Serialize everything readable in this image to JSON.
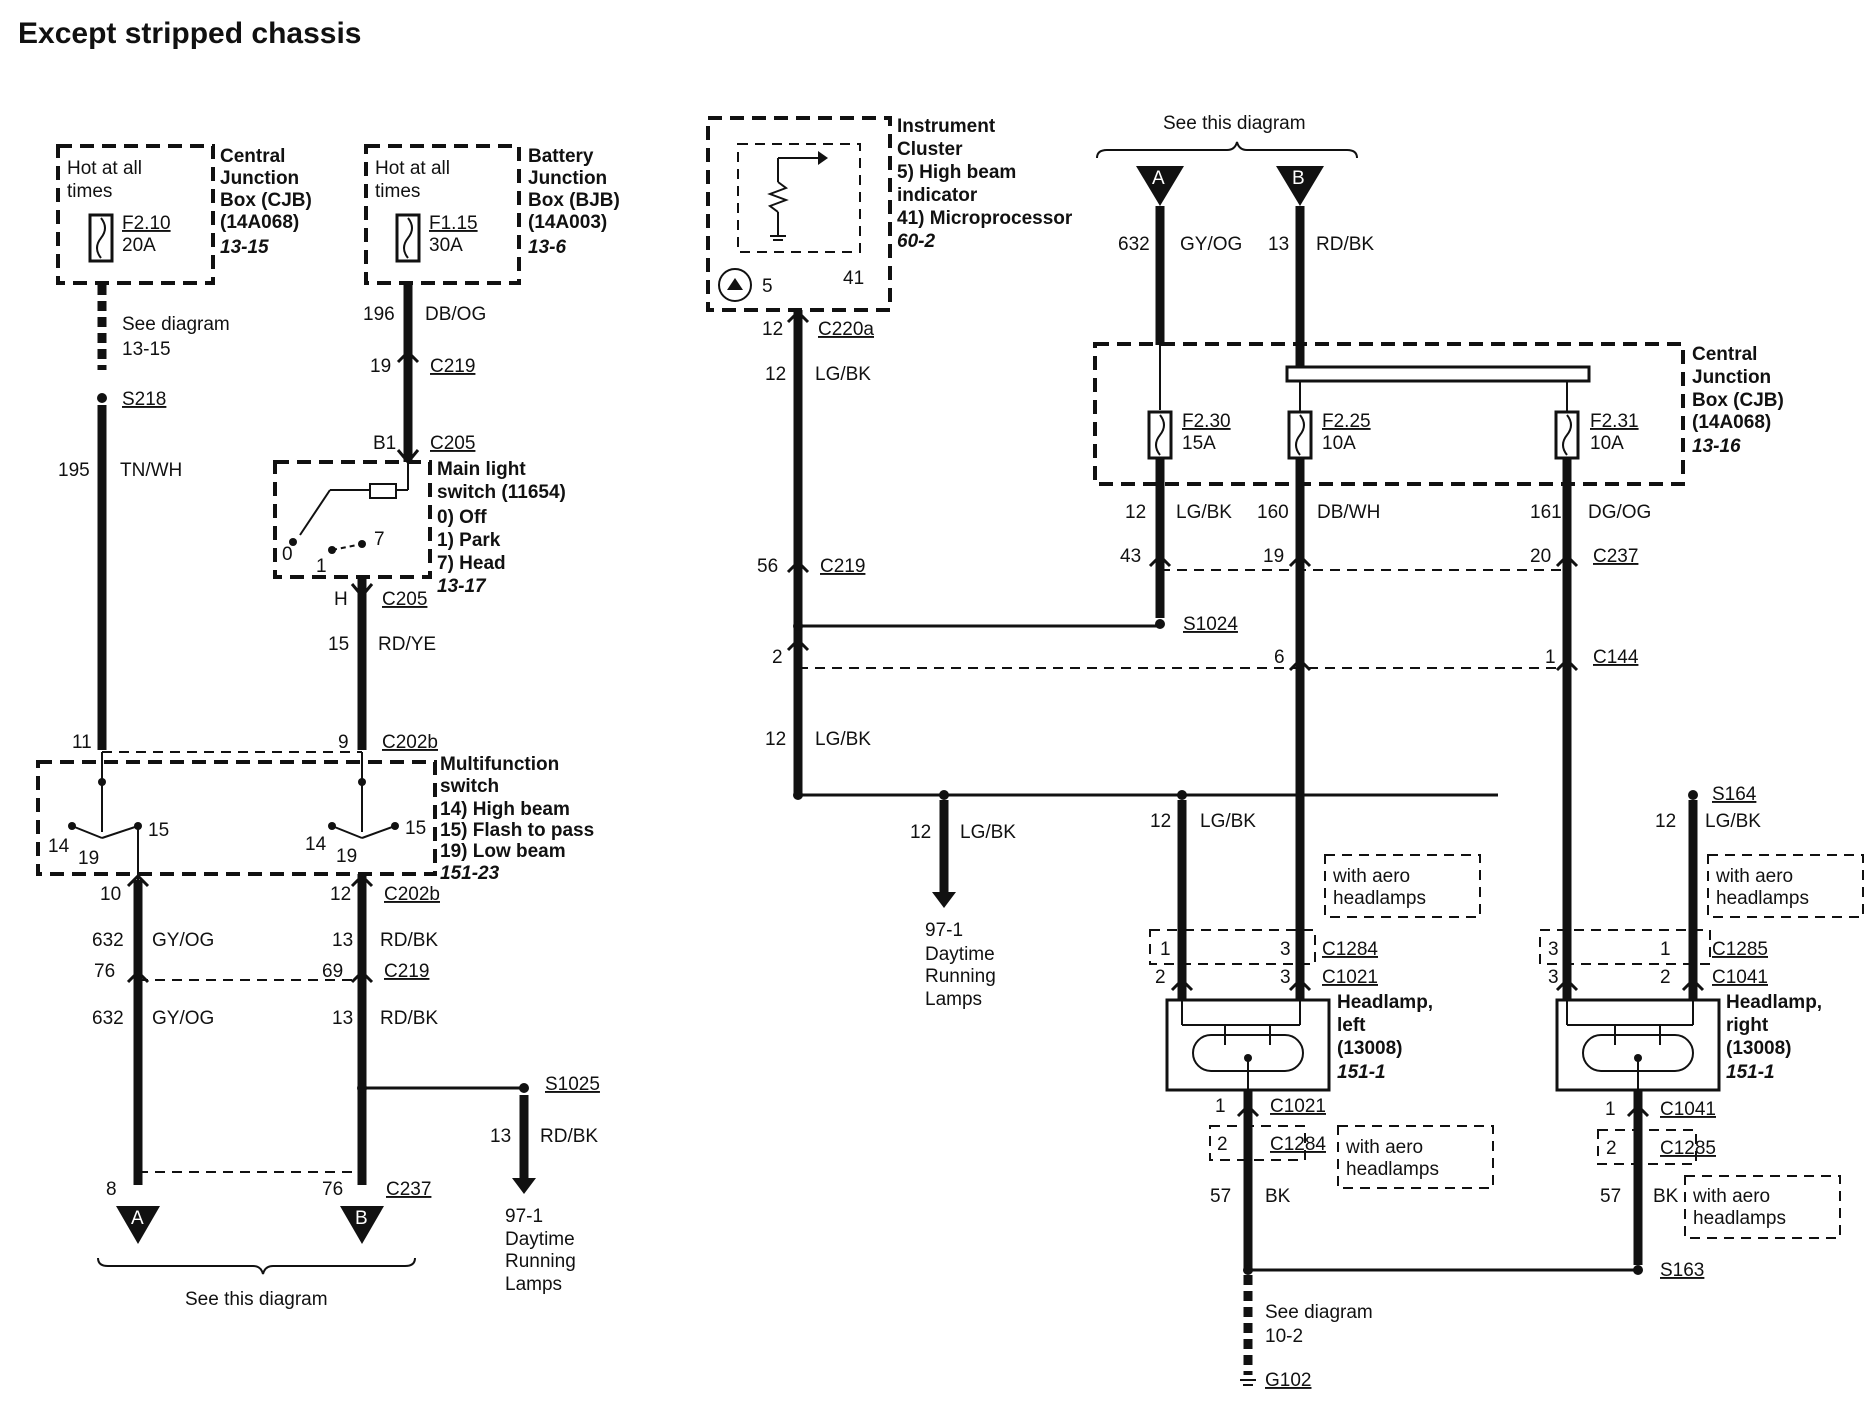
{
  "title": "Except stripped chassis",
  "see_this_diagram": "See this diagram",
  "see_diagram": "See diagram",
  "connector_A": "A",
  "connector_B": "B",
  "cjb_left": {
    "hot": [
      "Hot at all",
      "times"
    ],
    "fuse": "F2.10",
    "amps": "20A",
    "name": [
      "Central",
      "Junction",
      "Box (CJB)",
      "(14A068)"
    ],
    "ref": "13-15"
  },
  "bjb": {
    "hot": [
      "Hot at all",
      "times"
    ],
    "fuse": "F1.15",
    "amps": "30A",
    "name": [
      "Battery",
      "Junction",
      "Box (BJB)",
      "(14A003)"
    ],
    "ref": "13-6"
  },
  "left_wires": {
    "see13_15": "13-15",
    "s218": "S218",
    "w195": "195",
    "tnwh": "TN/WH",
    "w196": "196",
    "dbog": "DB/OG",
    "p19": "19",
    "c219a": "C219",
    "b1": "B1",
    "c205a": "C205",
    "h": "H",
    "c205b": "C205",
    "w15": "15",
    "rdye": "RD/YE",
    "p11": "11",
    "p9": "9",
    "c202b_top": "C202b",
    "p10": "10",
    "p12": "12",
    "c202b_bot": "C202b",
    "w632a": "632",
    "gyoga": "GY/OG",
    "w13a": "13",
    "rdbka": "RD/BK",
    "p76": "76",
    "p69": "69",
    "c219b": "C219",
    "w632b": "632",
    "gyogb": "GY/OG",
    "w13b": "13",
    "rdbkb": "RD/BK",
    "s1025": "S1025",
    "w13c": "13",
    "rdbkc": "RD/BK",
    "drl_ref": "97-1",
    "drl": [
      "Daytime",
      "Running",
      "Lamps"
    ],
    "p8": "8",
    "p76b": "76",
    "c237": "C237"
  },
  "main_switch": {
    "name": [
      "Main light",
      "switch (11654)"
    ],
    "pos": [
      "0) Off",
      "1) Park",
      "7) Head"
    ],
    "ref": "13-17",
    "n0": "0",
    "n1": "1",
    "n7": "7"
  },
  "mf_switch": {
    "name": [
      "Multifunction",
      "switch"
    ],
    "pos": [
      "14) High beam",
      "15) Flash to pass",
      "19) Low beam"
    ],
    "ref": "151-23",
    "n14a": "14",
    "n19a": "19",
    "n15a": "15",
    "n14b": "14",
    "n19b": "19",
    "n15b": "15"
  },
  "ic": {
    "name": [
      "Instrument",
      "Cluster",
      "5) High beam",
      "indicator",
      "41) Microprocessor"
    ],
    "ref": "60-2",
    "p5": "5",
    "p41": "41"
  },
  "mid_wires": {
    "p12": "12",
    "c220a": "C220a",
    "w12a": "12",
    "lgbka": "LG/BK",
    "p56": "56",
    "c219": "C219",
    "p2": "2",
    "w12b": "12",
    "lgbkb": "LG/BK",
    "w12c": "12",
    "lgbkc": "LG/BK",
    "drl_ref": "97-1",
    "drl": [
      "Daytime",
      "Running",
      "Lamps"
    ]
  },
  "cjb_right": {
    "name": [
      "Central",
      "Junction",
      "Box (CJB)",
      "(14A068)"
    ],
    "ref": "13-16",
    "f1": "F2.30",
    "a1": "15A",
    "f2": "F2.25",
    "a2": "10A",
    "f3": "F2.31",
    "a3": "10A"
  },
  "right_wires": {
    "w632": "632",
    "gyog": "GY/OG",
    "w13": "13",
    "rdbk": "RD/BK",
    "w12": "12",
    "lgbk": "LG/BK",
    "w160": "160",
    "dbwh": "DB/WH",
    "w161": "161",
    "dgog": "DG/OG",
    "p43": "43",
    "p19": "19",
    "p20": "20",
    "c237": "C237",
    "s1024": "S1024",
    "p6": "6",
    "p1": "1",
    "c144": "C144",
    "w12l": "12",
    "lgbkl": "LG/BK",
    "s164": "S164",
    "w12r": "12",
    "lgbkr": "LG/BK",
    "aero": [
      "with aero",
      "headlamps"
    ],
    "l_c1284": "C1284",
    "l_c1021": "C1021",
    "l_p1": "1",
    "l_p3": "3",
    "l_p2": "2",
    "l_p3b": "3",
    "r_c1285": "C1285",
    "r_c1041": "C1041",
    "r_p3": "3",
    "r_p1": "1",
    "r_p3b": "3",
    "r_p2": "2",
    "hl_left": [
      "Headlamp,",
      "left",
      "(13008)"
    ],
    "hl_left_ref": "151-1",
    "hl_right": [
      "Headlamp,",
      "right",
      "(13008)"
    ],
    "hl_right_ref": "151-1",
    "lb_p1": "1",
    "lb_c1021": "C1021",
    "lb_p2": "2",
    "lb_c1284": "C1284",
    "rb_p1": "1",
    "rb_c1041": "C1041",
    "rb_p2": "2",
    "rb_c1285": "C1285",
    "w57l": "57",
    "bkl": "BK",
    "w57r": "57",
    "bkr": "BK",
    "s163": "S163",
    "see10_2": "10-2",
    "g102": "G102"
  }
}
